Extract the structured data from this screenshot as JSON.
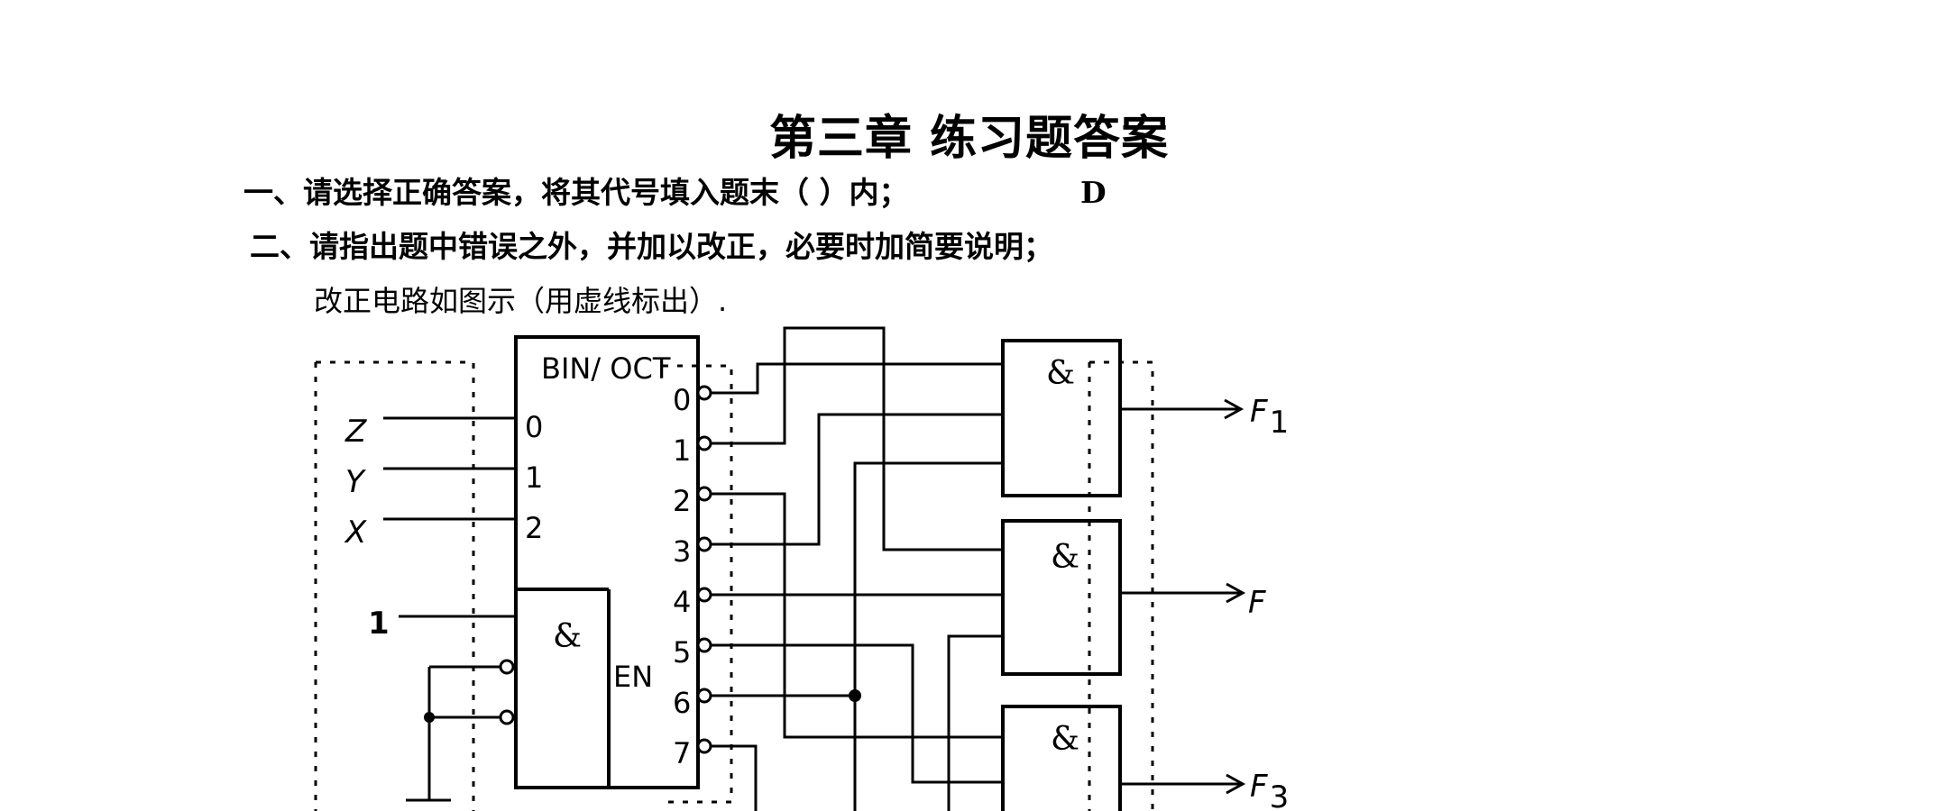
{
  "document": {
    "title": "第三章 练习题答案",
    "question1": "一、请选择正确答案，将其代号填入题末（ ）内；",
    "question1_answer": "D",
    "question2": "二、请指出题中错误之外，并加以改正，必要时加简要说明；",
    "note": "改正电路如图示（用虚线标出）."
  },
  "circuit": {
    "decoder_label": "BIN/ OCT",
    "inputs": [
      {
        "label": "Z",
        "pin": "0"
      },
      {
        "label": "Y",
        "pin": "1"
      },
      {
        "label": "X",
        "pin": "2"
      }
    ],
    "enable_const": "1",
    "enable_gate_symbol": "&",
    "enable_label": "EN",
    "outputs": [
      "0",
      "1",
      "2",
      "3",
      "4",
      "5",
      "6",
      "7"
    ],
    "gate_symbol": "&",
    "output_labels": [
      {
        "name": "F",
        "sub": "1"
      },
      {
        "name": "F",
        "sub": ""
      },
      {
        "name": "F",
        "sub": "3"
      }
    ]
  }
}
